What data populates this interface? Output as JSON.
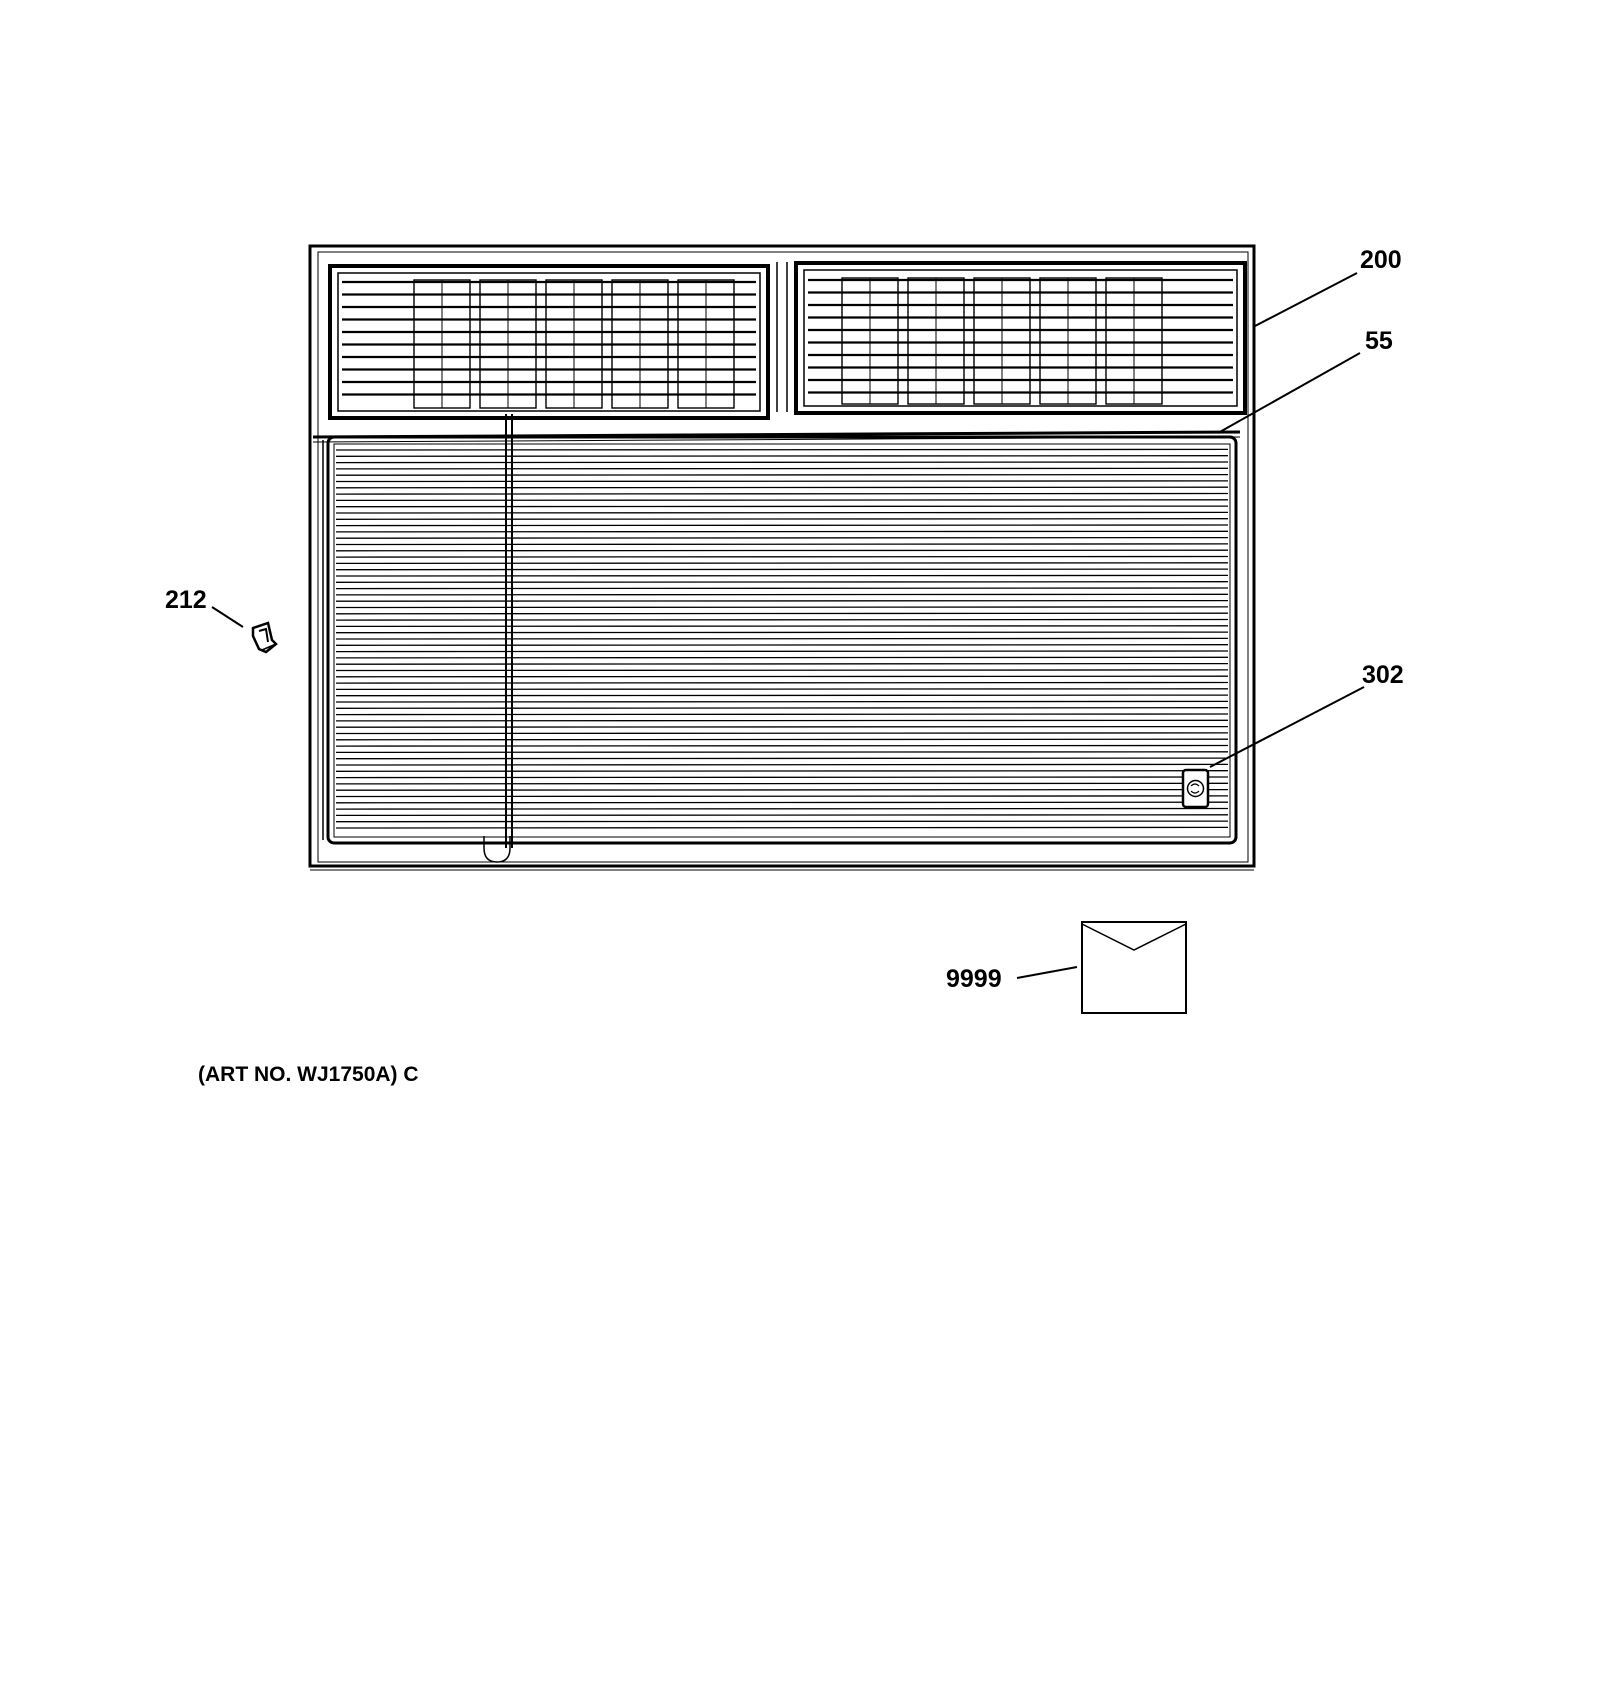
{
  "callouts": {
    "front_frame": "200",
    "top_seal": "55",
    "clip": "212",
    "nameplate": "302",
    "literature": "9999"
  },
  "art_number": "(ART NO. WJ1750A) C"
}
